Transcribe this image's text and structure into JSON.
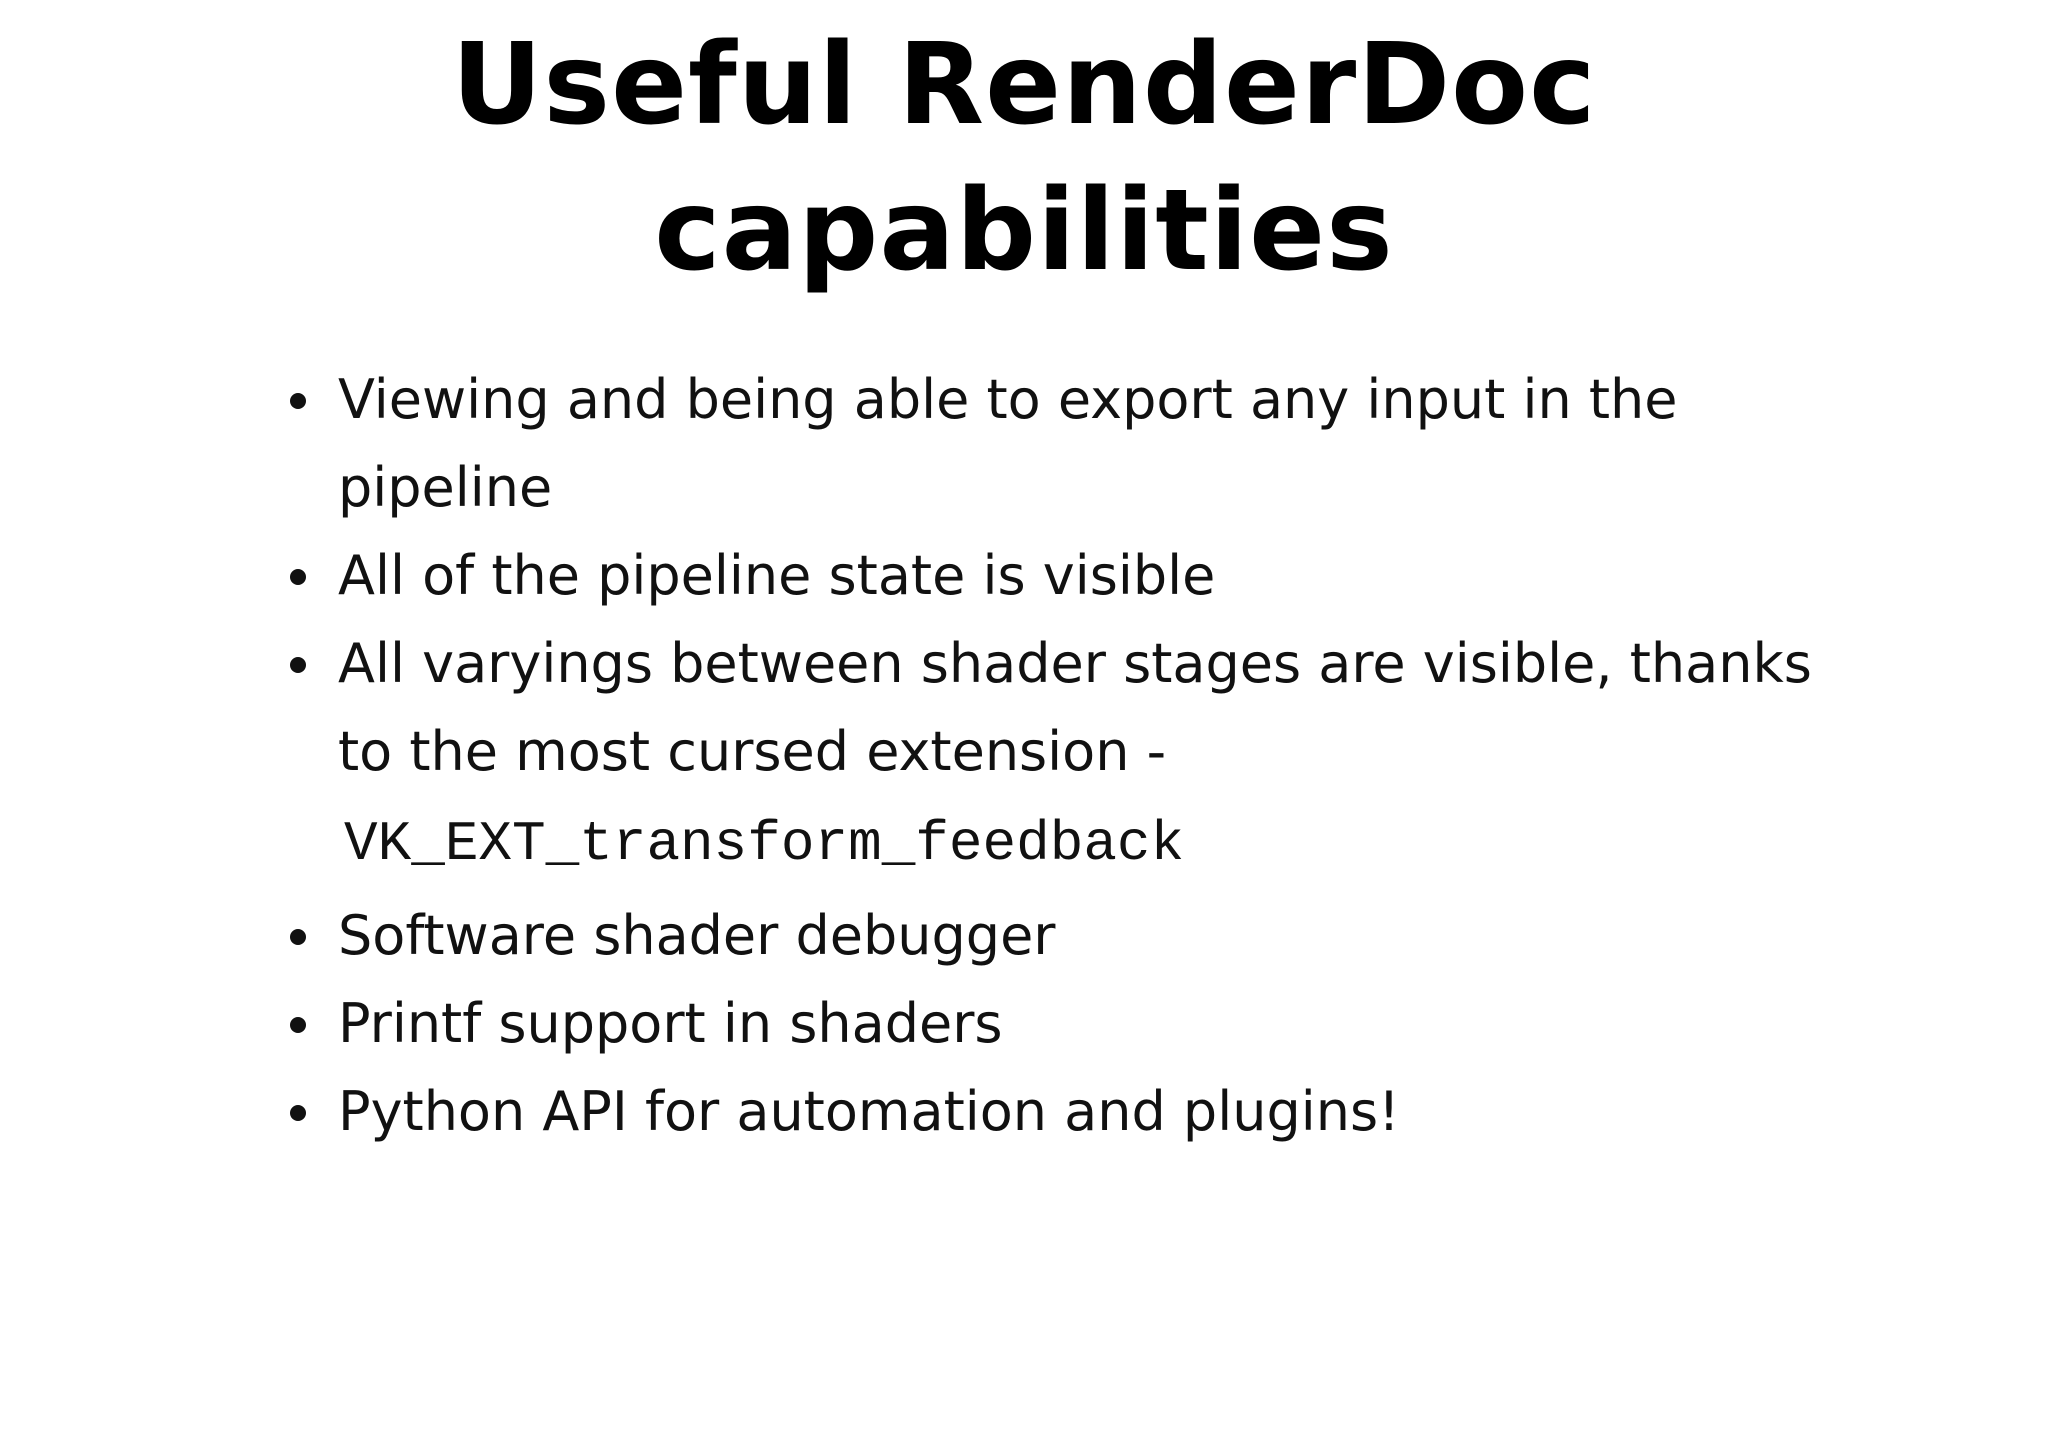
{
  "slide": {
    "title_line1": "Useful RenderDoc",
    "title_line2": "capabilities"
  },
  "bullets": [
    {
      "line1": "Viewing and being able to export any input in the",
      "line2": "pipeline"
    },
    {
      "text": "All of the pipeline state is visible"
    },
    {
      "line1": "All varyings between shader stages are visible, thanks",
      "line2": "to the most cursed extension -",
      "code": "VK_EXT_transform_feedback"
    },
    {
      "text": "Software shader debugger"
    },
    {
      "text": "Printf support in shaders"
    },
    {
      "text": "Python API for automation and plugins!"
    }
  ]
}
